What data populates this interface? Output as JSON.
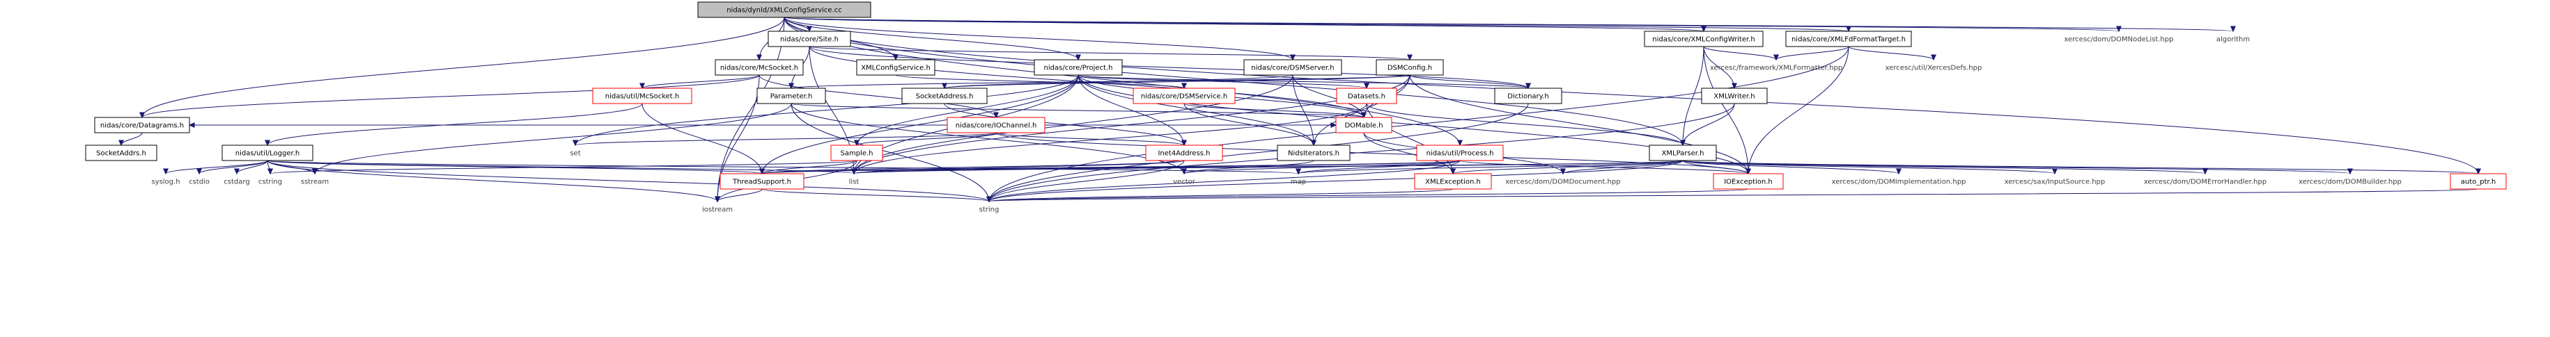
{
  "colors": {
    "edge": "#191970",
    "node_border": "#000000",
    "node_fill": "#ffffff",
    "root_fill": "#bfbfbf",
    "red_border": "#ff0000",
    "plain_text": "#404040",
    "plain_text_light": "#404040"
  },
  "nodes": {
    "n_root": "nidas/dynld/XMLConfigService.cc",
    "n_site": "nidas/core/Site.h",
    "n_mcsocket": "nidas/core/McSocket.h",
    "n_xmlconfigservice": "XMLConfigService.h",
    "n_project": "nidas/core/Project.h",
    "n_dsmserver": "nidas/core/DSMServer.h",
    "n_dsmconfig": "DSMConfig.h",
    "n_xmlconfigwriter": "nidas/core/XMLConfigWriter.h",
    "n_xmlfdformattarget": "nidas/core/XMLFdFormatTarget.h",
    "n_domnodelist": "xercesc/dom/DOMNodeList.hpp",
    "n_algorithm": "algorithm",
    "n_utilmcsocket": "nidas/util/McSocket.h",
    "n_xmlformatter": "xercesc/framework/XMLFormatter.hpp",
    "n_xercesdefs": "xercesc/util/XercesDefs.hpp",
    "n_parameter": "Parameter.h",
    "n_socketaddress": "SocketAddress.h",
    "n_coredsmservice": "nidas/core/DSMService.h",
    "n_datasets": "Datasets.h",
    "n_dictionary": "Dictionary.h",
    "n_xmlwriter": "XMLWriter.h",
    "n_iochannel": "nidas/core/IOChannel.h",
    "n_datagrams": "nidas/core/Datagrams.h",
    "n_logger": "nidas/util/Logger.h",
    "n_sample": "Sample.h",
    "n_set": "set",
    "n_inet4address": "Inet4Address.h",
    "n_nidsiterators": "NidsIterators.h",
    "n_domable": "DOMable.h",
    "n_process": "nidas/util/Process.h",
    "n_xmlparser": "XMLParser.h",
    "n_socketaddrs": "SocketAddrs.h",
    "n_syslog": "syslog.h",
    "n_cstdio": "cstdio",
    "n_cstdarg": "cstdarg",
    "n_cstring": "cstring",
    "n_sstream": "sstream",
    "n_threadsupport": "ThreadSupport.h",
    "n_list": "list",
    "n_vector": "vector",
    "n_map": "map",
    "n_xmlexception": "XMLException.h",
    "n_domdocument": "xercesc/dom/DOMDocument.hpp",
    "n_ioexception": "IOException.h",
    "n_domimplementation": "xercesc/dom/DOMImplementation.hpp",
    "n_inputsource": "xercesc/sax/InputSource.hpp",
    "n_domerrorhandler": "xercesc/dom/DOMErrorHandler.hpp",
    "n_dombuilder": "xercesc/dom/DOMBuilder.hpp",
    "n_autoptr": "auto_ptr.h",
    "n_iostream": "iostream",
    "n_string": "string"
  }
}
